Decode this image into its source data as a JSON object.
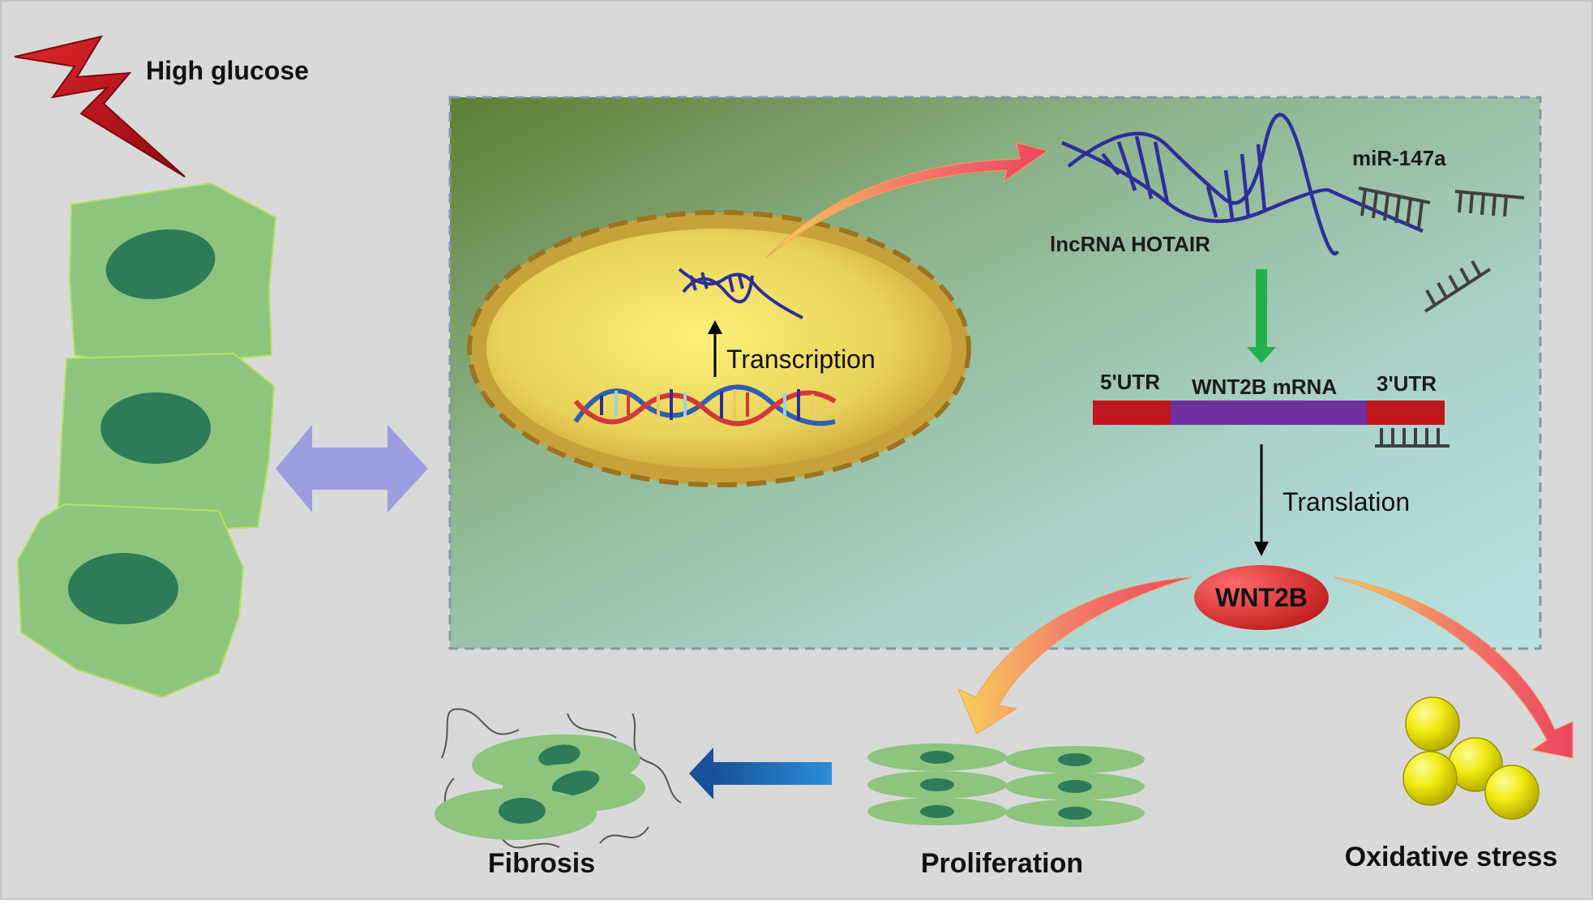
{
  "labels": {
    "high_glucose": "High glucose",
    "transcription": "Transcription",
    "lncrna": "lncRNA HOTAIR",
    "mirna": "miR-147a",
    "utr5": "5'UTR",
    "mrna": "WNT2B mRNA",
    "utr3": "3'UTR",
    "translation": "Translation",
    "protein": "WNT2B",
    "fibrosis": "Fibrosis",
    "proliferation": "Proliferation",
    "oxidative": "Oxidative stress"
  },
  "colors": {
    "background": "#d9d9d9",
    "cell_fill": "#8dc57e",
    "nucleus_fill": "#2e7b57",
    "lightning": "#c0151b",
    "double_arrow": "#9a9ee0",
    "dna_strand": "#2e2e9a",
    "mirna": "#404040",
    "utr_red": "#c0161d",
    "mrna_purple": "#7030a0",
    "protein_red": "#e23a3a",
    "green_arrow": "#22b14c",
    "curved_arrow": "#f0506a",
    "blue_arrow": "#1f6fbf",
    "sphere_yellow": "#e8e000"
  },
  "icons": {
    "lightning": "lightning-bolt-icon",
    "double_arrow": "double-arrow-icon",
    "dna": "double-helix-dna-icon",
    "lncrna": "rna-strand-icon",
    "mirna": "mirna-comb-icon",
    "oxidative": "ros-spheres-icon"
  }
}
